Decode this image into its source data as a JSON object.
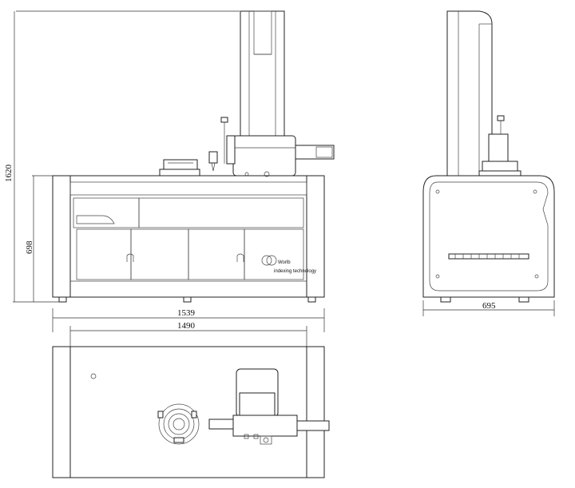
{
  "dimensions": {
    "overall_height": "1620",
    "cabinet_height": "698",
    "total_width": "1539",
    "inner_width": "1490",
    "depth": "695"
  },
  "brand": {
    "logo_text": "Worlb",
    "tagline": "indexing technology"
  },
  "colors": {
    "line": "#222222",
    "background": "#ffffff"
  }
}
